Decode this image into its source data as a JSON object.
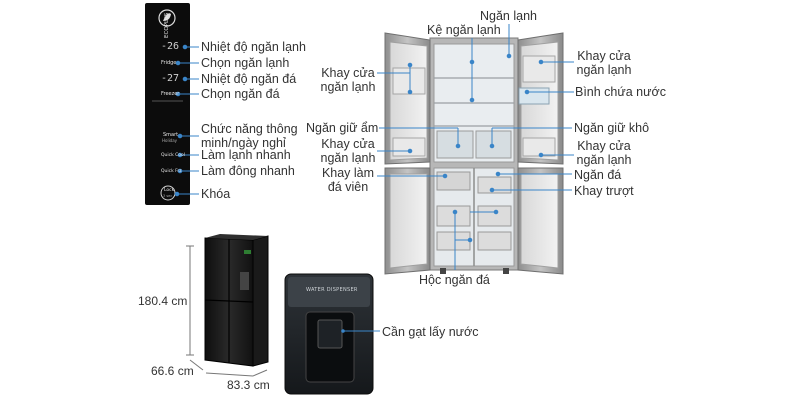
{
  "control_panel": {
    "brand": "ECOPLUS",
    "fridge_temp": "-26",
    "freezer_temp": "-27",
    "fridge_button": "Fridge",
    "freezer_button": "Freezer",
    "smart_button": "Smart",
    "smart_sub": "Holiday",
    "quick_cool_button": "Quick Cool",
    "quick_frz_button": "Quick Frz",
    "lock_button": "Lock",
    "lock_sub": "3 sec"
  },
  "panel_labels": {
    "fridge_temp": "Nhiệt độ ngăn lạnh",
    "fridge_select": "Chọn ngăn lạnh",
    "freezer_temp": "Nhiệt độ ngăn đá",
    "freezer_select": "Chọn ngăn đá",
    "smart_1": "Chức năng thông",
    "smart_2": "minh/ngày nghỉ",
    "quick_cool": "Làm lạnh nhanh",
    "quick_freeze": "Làm đông nhanh",
    "lock": "Khóa"
  },
  "fridge_labels": {
    "fridge_compartment": "Ngăn lạnh",
    "fridge_shelf": "Kệ ngăn lạnh",
    "door_tray_tl_1": "Khay cửa",
    "door_tray_tl_2": "ngăn lạnh",
    "door_tray_tr_1": "Khay cửa",
    "door_tray_tr_2": "ngăn lạnh",
    "water_tank": "Bình chứa nước",
    "humidity_drawer": "Ngăn giữ ẩm",
    "dry_drawer": "Ngăn giữ khô",
    "door_tray_ml_1": "Khay cửa",
    "door_tray_ml_2": "ngăn lạnh",
    "door_tray_mr_1": "Khay cửa",
    "door_tray_mr_2": "ngăn lạnh",
    "ice_tray_1": "Khay làm",
    "ice_tray_2": "đá viên",
    "freezer_compartment": "Ngăn đá",
    "sliding_tray": "Khay trượt",
    "freezer_drawer": "Hộc ngăn đá"
  },
  "dimensions": {
    "height": "180.4 cm",
    "depth": "66.6 cm",
    "width": "83.3 cm"
  },
  "dispenser": {
    "title": "WATER DISPENSER",
    "lever_label": "Cần gạt lấy nước"
  }
}
